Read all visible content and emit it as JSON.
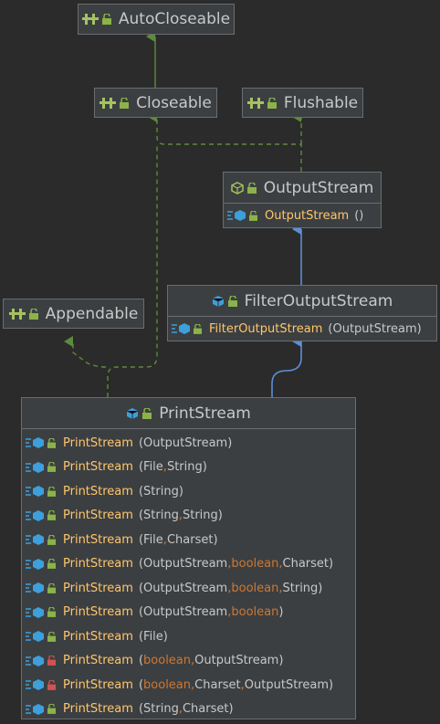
{
  "nodes": {
    "autocloseable": {
      "name": "AutoCloseable",
      "kind": "interface"
    },
    "closeable": {
      "name": "Closeable",
      "kind": "interface"
    },
    "flushable": {
      "name": "Flushable",
      "kind": "interface"
    },
    "appendable": {
      "name": "Appendable",
      "kind": "interface"
    },
    "outputstream": {
      "name": "OutputStream",
      "kind": "abstract-class",
      "members": [
        {
          "ctor": "OutputStream",
          "params": [],
          "empty": "()"
        }
      ]
    },
    "filteroutputstream": {
      "name": "FilterOutputStream",
      "kind": "class",
      "members": [
        {
          "ctor": "FilterOutputStream",
          "params": [
            "OutputStream"
          ]
        }
      ]
    },
    "printstream": {
      "name": "PrintStream",
      "kind": "class",
      "members": [
        {
          "ctor": "PrintStream",
          "params": [
            "OutputStream"
          ],
          "access": "public"
        },
        {
          "ctor": "PrintStream",
          "params": [
            "File",
            "String"
          ],
          "access": "public"
        },
        {
          "ctor": "PrintStream",
          "params": [
            "String"
          ],
          "access": "public"
        },
        {
          "ctor": "PrintStream",
          "params": [
            "String",
            "String"
          ],
          "access": "public"
        },
        {
          "ctor": "PrintStream",
          "params": [
            "File",
            "Charset"
          ],
          "access": "public"
        },
        {
          "ctor": "PrintStream",
          "params": [
            "OutputStream",
            "boolean",
            "Charset"
          ],
          "access": "public"
        },
        {
          "ctor": "PrintStream",
          "params": [
            "OutputStream",
            "boolean",
            "String"
          ],
          "access": "public"
        },
        {
          "ctor": "PrintStream",
          "params": [
            "OutputStream",
            "boolean"
          ],
          "access": "public"
        },
        {
          "ctor": "PrintStream",
          "params": [
            "File"
          ],
          "access": "public"
        },
        {
          "ctor": "PrintStream",
          "params": [
            "boolean",
            "OutputStream"
          ],
          "access": "private"
        },
        {
          "ctor": "PrintStream",
          "params": [
            "boolean",
            "Charset",
            "OutputStream"
          ],
          "access": "private"
        },
        {
          "ctor": "PrintStream",
          "params": [
            "String",
            "Charset"
          ],
          "access": "public"
        }
      ]
    }
  },
  "edges": [
    {
      "from": "Closeable",
      "to": "AutoCloseable",
      "type": "extends"
    },
    {
      "from": "OutputStream",
      "to": "Closeable",
      "type": "implements"
    },
    {
      "from": "OutputStream",
      "to": "Flushable",
      "type": "implements"
    },
    {
      "from": "FilterOutputStream",
      "to": "OutputStream",
      "type": "extends"
    },
    {
      "from": "PrintStream",
      "to": "FilterOutputStream",
      "type": "extends"
    },
    {
      "from": "PrintStream",
      "to": "Appendable",
      "type": "implements"
    },
    {
      "from": "PrintStream",
      "to": "Closeable",
      "type": "implements"
    }
  ],
  "colors": {
    "background": "#2b2b2b",
    "node_fill": "#3c3f41",
    "node_border": "#6a6d70",
    "text": "#c8c8c8",
    "constructor": "#ffc66d",
    "keyword": "#cc7832",
    "interface_icon": "#a5c261",
    "class_icon": "#3d9fdc",
    "extends_interface": "#5e8a3e",
    "implements": "#5e8a3e",
    "extends_class": "#5c8fd6",
    "lock_public": "#8bb34a",
    "lock_private": "#d25252"
  }
}
